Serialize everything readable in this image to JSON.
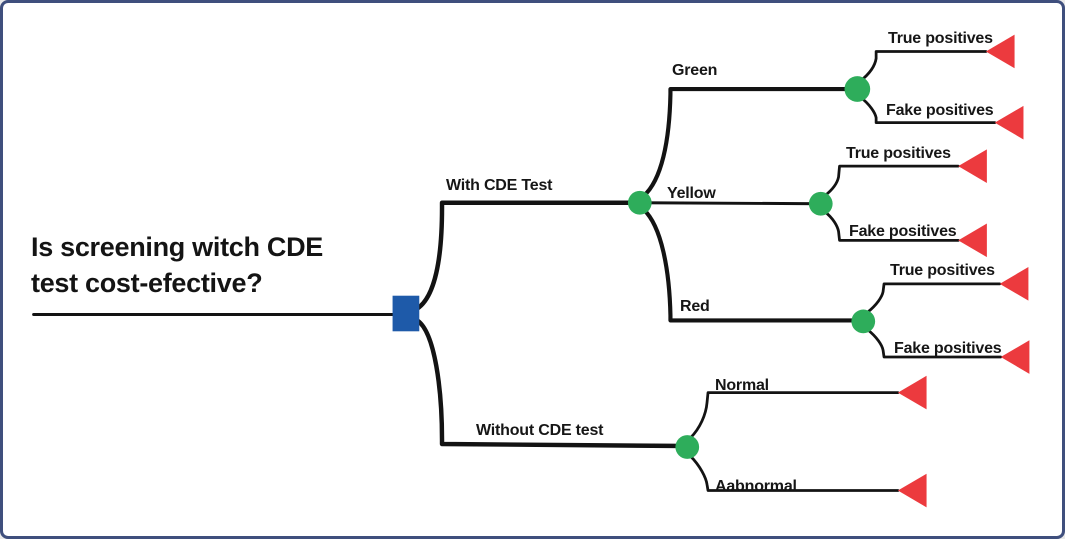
{
  "question": {
    "line1": "Is screening witch CDE",
    "line2": "test cost-efective?"
  },
  "branches": {
    "with_cde": "With CDE Test",
    "without_cde": "Without CDE test",
    "green": "Green",
    "yellow": "Yellow",
    "red": "Red",
    "green_true": "True positives",
    "green_fake": "Fake positives",
    "yellow_true": "True positives",
    "yellow_fake": "Fake positives",
    "red_true": "True positives",
    "red_fake": "Fake positives",
    "normal": "Normal",
    "abnormal": "Aabnormal"
  },
  "colors": {
    "decision_node": "#1E5AA9",
    "chance_node": "#2EAD5B",
    "terminal_node": "#EC3A3E",
    "line": "#131313",
    "border": "#3F4F7D",
    "background": "#FFFFFF"
  }
}
